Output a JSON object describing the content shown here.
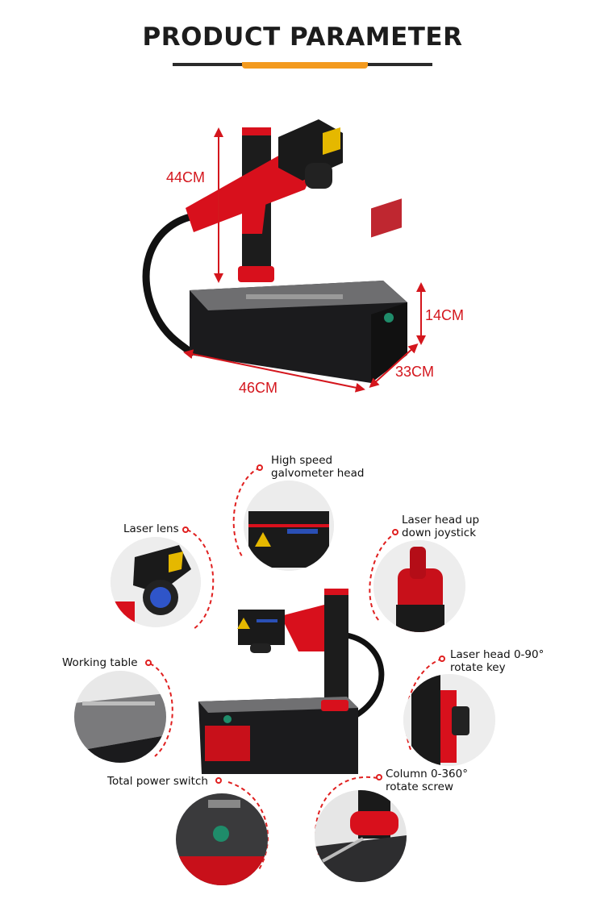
{
  "header": {
    "title": "PRODUCT PARAMETER",
    "accent_color": "#f39a1e"
  },
  "dimensions": {
    "height": "44CM",
    "base_height": "14CM",
    "width": "46CM",
    "depth": "33CM",
    "color": "#d4161d"
  },
  "parts": {
    "galvo": {
      "line1": "High speed",
      "line2": "galvometer head"
    },
    "lens": {
      "label": "Laser lens"
    },
    "joystick": {
      "line1": "Laser head up",
      "line2": "down joystick"
    },
    "table": {
      "label": "Working table"
    },
    "rotate_key": {
      "line1": "Laser head 0-90°",
      "line2": "rotate key"
    },
    "power": {
      "label": "Total power switch"
    },
    "column": {
      "line1": "Column 0-360°",
      "line2": "rotate screw"
    }
  },
  "machine": {
    "body_color": "#1b1b1d",
    "accent_color": "#d8101c"
  }
}
